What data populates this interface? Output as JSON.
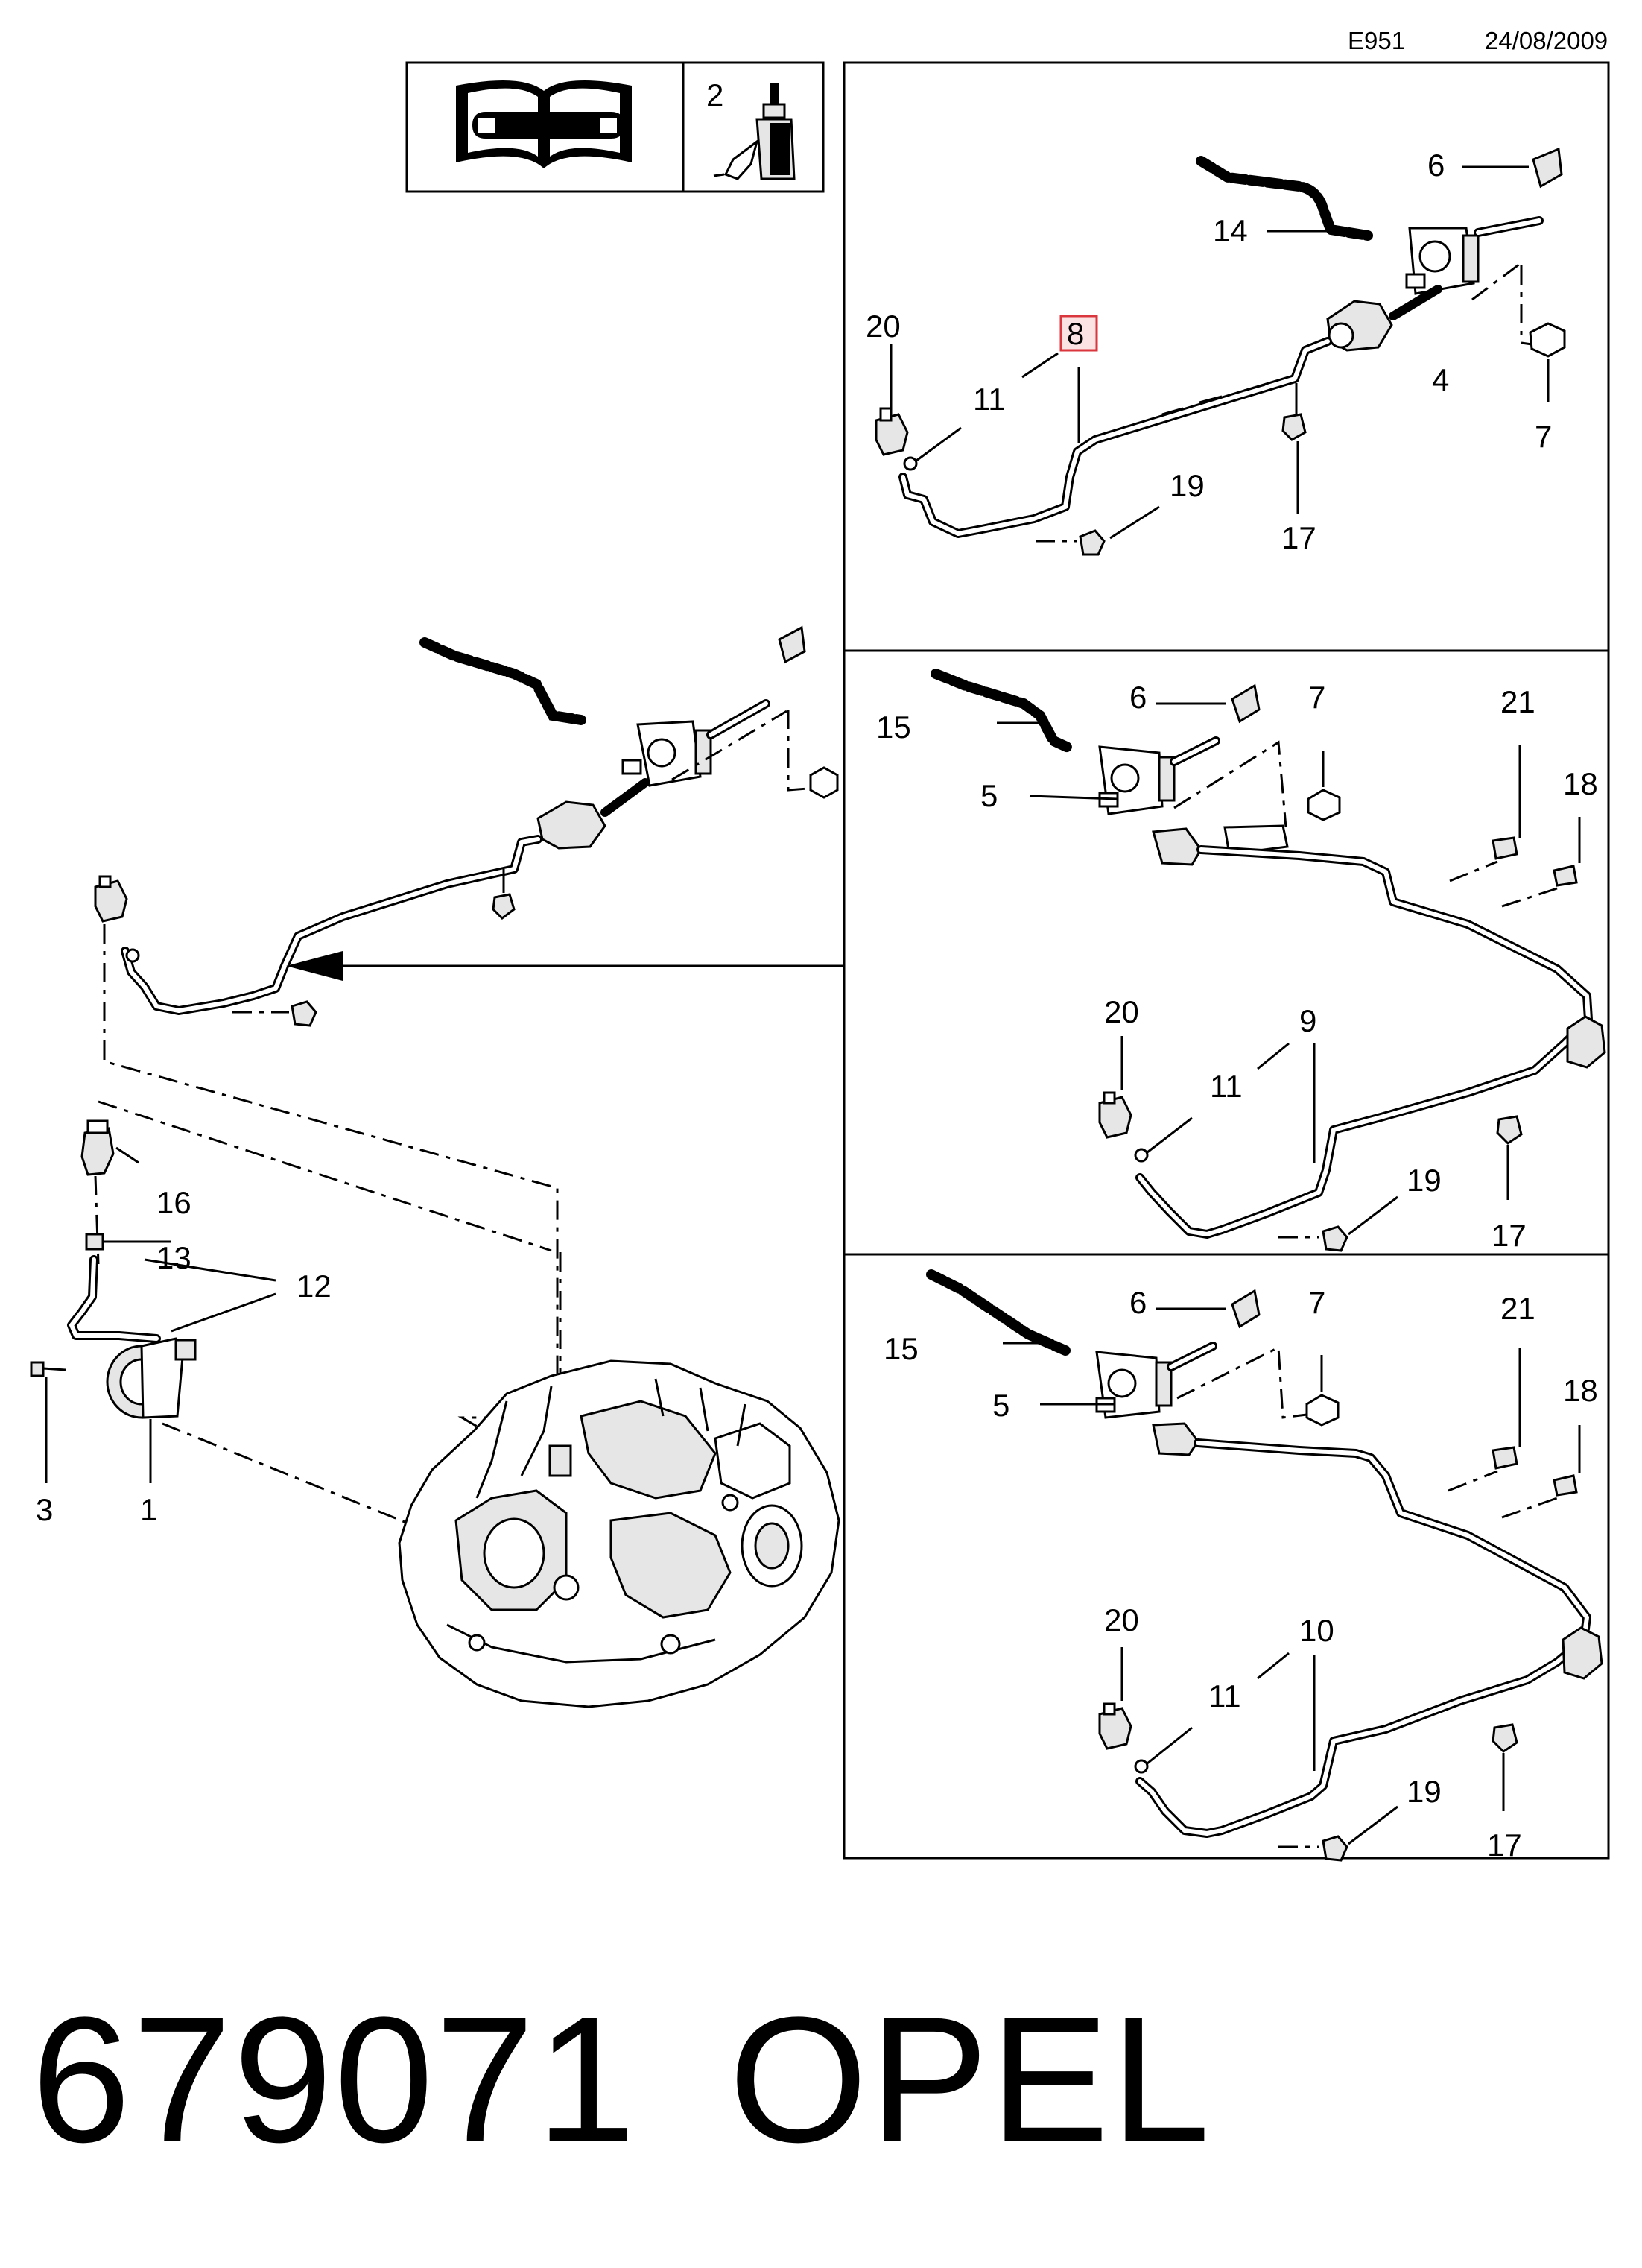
{
  "header": {
    "code": "E951",
    "date": "24/08/2009"
  },
  "caption": {
    "part_number": "679071",
    "brand": "OPEL"
  },
  "colors": {
    "line": "#000000",
    "highlight_fill": "#fbe3e3",
    "highlight_border": "#d9363e"
  },
  "legend_box": {
    "manual_icon": "repair-manual-icon",
    "bottle_icon": "fluid-bottle-icon",
    "bottle_callout": "2"
  },
  "panel_top": {
    "callouts": {
      "c6": "6",
      "c14": "14",
      "c20": "20",
      "c8": "8",
      "c11": "11",
      "c4": "4",
      "c7": "7",
      "c19": "19",
      "c17": "17"
    },
    "highlighted_callout": "8"
  },
  "panel_middle": {
    "callouts": {
      "c6": "6",
      "c7": "7",
      "c21": "21",
      "c15": "15",
      "c18": "18",
      "c5": "5",
      "c20": "20",
      "c9": "9",
      "c11": "11",
      "c19": "19",
      "c17": "17"
    }
  },
  "panel_bottom": {
    "callouts": {
      "c6": "6",
      "c7": "7",
      "c21": "21",
      "c15": "15",
      "c18": "18",
      "c5": "5",
      "c20": "20",
      "c10": "10",
      "c11": "11",
      "c19": "19",
      "c17": "17"
    }
  },
  "main_view": {
    "callouts": {
      "c16": "16",
      "c13": "13",
      "c12": "12",
      "c3": "3",
      "c1": "1"
    }
  }
}
